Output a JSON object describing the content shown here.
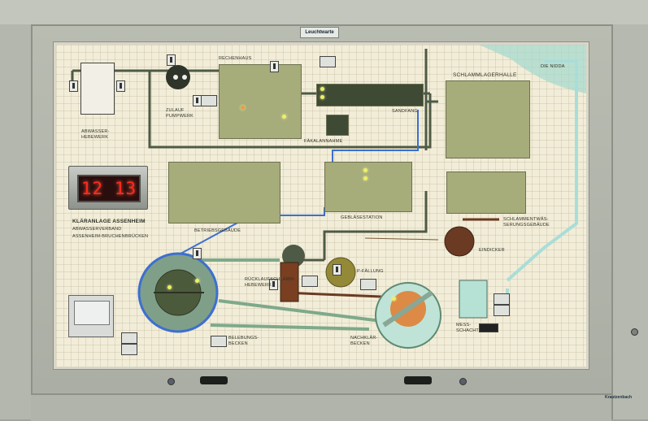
{
  "brand": "Leuchtwarte",
  "corner_brand": "Krautzenbach",
  "clock": {
    "time": "12 13"
  },
  "labels": {
    "rechenhaus": "RECHENHAUS",
    "abwasser_hebewerk": "ABWASSER-\nHEBEWERK",
    "zulauf_pumpwerk": "ZULAUF\nPUMPWERK",
    "sandfang": "SANDFANG",
    "faekalannahme": "FÄKALANNAHME",
    "schlammlagerhalle": "SCHLAMMLAGERHALLE",
    "die_nidda": "DIE NIDDA",
    "betriebsgebaeude": "BETRIEBSGEBÄUDE",
    "geblaesestation": "GEBLÄSESTATION",
    "schlammentwaesserung": "SCHLAMMENTWÄS-\nSERUNGSGEBÄUDE",
    "eindicker": "EINDICKER",
    "klaeranlage": "KLÄRANLAGE ASSENHEIM",
    "verband": "ABWASSERVERBAND",
    "ort": "ASSENHEIM-BRUCHENBRÜCKEN",
    "p_faellung": "P-FÄLLUNG",
    "ruecklauf": "RÜCKLAUFSCHLAMM-\nHEBEWERK",
    "belebungsbecken": "BELEBUNGS-\nBECKEN",
    "nachklaerbecken": "NACHKLÄR-\nBECKEN",
    "messschacht": "MESS-\nSCHACHT"
  },
  "colors": {
    "pipe_dark": "#4e5a45",
    "pipe_blue": "#3c6fd0",
    "pipe_green": "#7ea98b",
    "pipe_light": "#a9ddd8",
    "sludge": "#6b3a22",
    "river": "#a3d8cf",
    "led_on": "#ecf063"
  }
}
